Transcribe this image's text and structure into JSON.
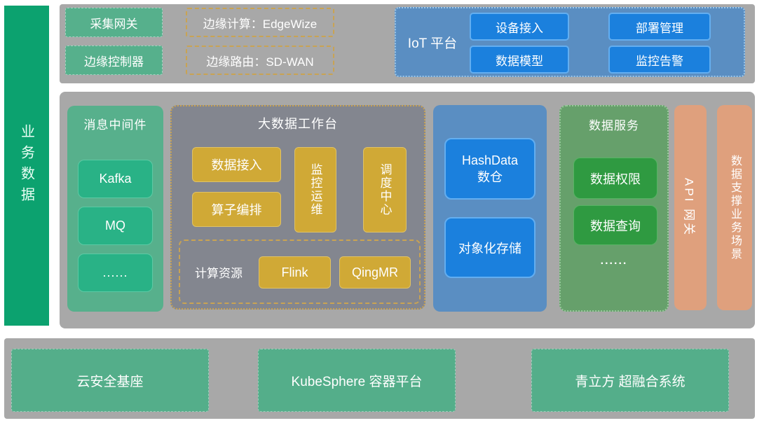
{
  "colors": {
    "emerald_rail": "#0ca26f",
    "bar_gray": "#a8a8a8",
    "panel_dark_gray": "#83868f",
    "green_button": "#56b08c",
    "mint_button": "#29b286",
    "steel_blue_panel": "#5a8ec2",
    "bright_blue_button": "#1b80dd",
    "gold_button": "#d0a936",
    "gold_dashed_border": "#c9a353",
    "service_green_panel": "#66a06b",
    "service_green_button": "#2f9a41",
    "orange_bar": "#dfa07d",
    "infra_green_button": "#54ae8a"
  },
  "left_rail": {
    "label": "业务数据"
  },
  "top_bar": {
    "collect_gateway": "采集网关",
    "edge_controller": "边缘控制器",
    "edge_compute": "边缘计算：EdgeWize",
    "edge_route": "边缘路由：SD-WAN",
    "iot_platform": {
      "label": "IoT 平台",
      "device_access": "设备接入",
      "data_model": "数据模型",
      "deployment_mgmt": "部署管理",
      "monitoring_alert": "监控告警"
    }
  },
  "platform": {
    "middleware": {
      "title": "消息中间件",
      "items": [
        "Kafka",
        "MQ",
        "......"
      ]
    },
    "bigdata_workbench": {
      "title": "大数据工作台",
      "data_access": "数据接入",
      "operator_orchestration": "算子编排",
      "monitoring_ops": "监控运维",
      "scheduling_center": "调度中心",
      "compute_resources": {
        "label": "计算资源",
        "items": [
          "Flink",
          "QingMR"
        ]
      }
    },
    "storage": {
      "warehouse_line1": "HashData",
      "warehouse_line2": "数仓",
      "object_storage": "对象化存储"
    },
    "data_service": {
      "title": "数据服务",
      "items": [
        "数据权限",
        "数据查询",
        "......"
      ]
    },
    "api_gateway": "API 网关",
    "data_support": "数据支撑业务场景"
  },
  "infrastructure": {
    "cloud_security": "云安全基座",
    "container_platform": "KubeSphere 容器平台",
    "hyperconverged": "青立方 超融合系统"
  }
}
